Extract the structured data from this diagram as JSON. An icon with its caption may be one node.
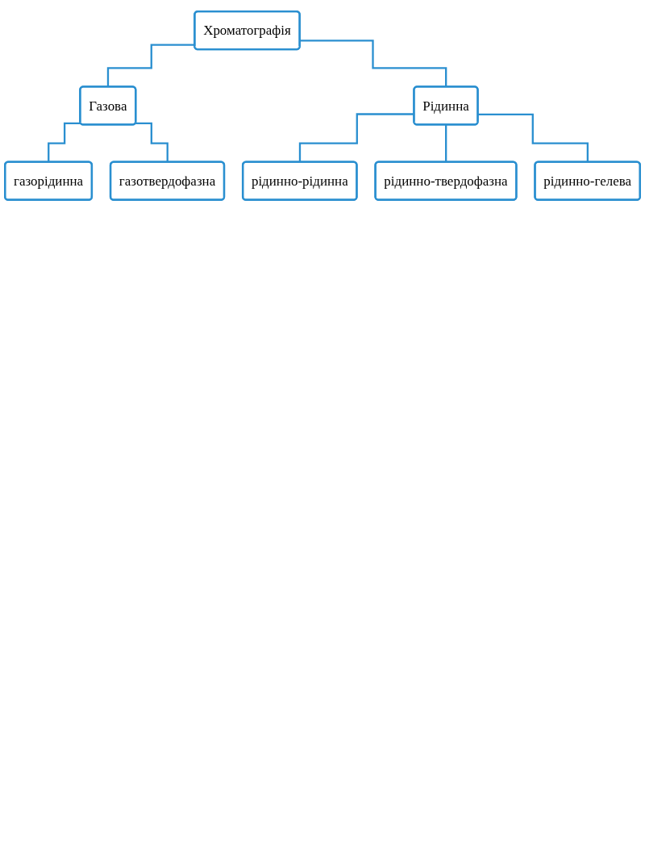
{
  "diagram": {
    "nodes": [
      {
        "text": [
          "Хроматографія"
        ]
      },
      {
        "text": [
          "Газова"
        ]
      },
      {
        "text": [
          "Рідинна"
        ]
      },
      {
        "text": [
          "газорідинна"
        ]
      },
      {
        "text": [
          "газотвердофазна"
        ]
      },
      {
        "text": [
          "рідинно-рідинна"
        ]
      },
      {
        "text": [
          "рідинно-твердофазна"
        ]
      },
      {
        "text": [
          "рідинно-гелева"
        ]
      }
    ],
    "edges": [
      {
        "from": 0,
        "to": 1,
        "arrow": "none"
      },
      {
        "from": 0,
        "to": 2,
        "arrow": "none"
      },
      {
        "from": 1,
        "to": 3,
        "arrow": "none"
      },
      {
        "from": 1,
        "to": 4,
        "arrow": "none"
      },
      {
        "from": 2,
        "to": 5,
        "arrow": "none"
      },
      {
        "from": 2,
        "to": 6,
        "arrow": "none"
      },
      {
        "from": 2,
        "to": 7,
        "arrow": "none"
      }
    ]
  }
}
